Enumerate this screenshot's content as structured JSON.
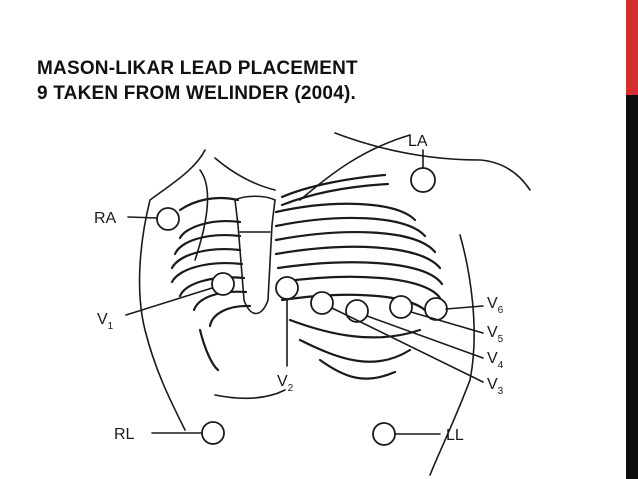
{
  "title": {
    "line1": "MASON-LIKAR LEAD PLACEMENT",
    "line2": "9 TAKEN FROM WELINDER (2004)."
  },
  "colors": {
    "accent": "#d32f2f",
    "sidebar": "#0d0d0d",
    "ink": "#1a1a1a"
  },
  "labels": {
    "ra": "RA",
    "la": "LA",
    "rl": "RL",
    "ll": "LL",
    "v_letter": "V",
    "v1_sub": "1",
    "v2_sub": "2",
    "v3_sub": "3",
    "v4_sub": "4",
    "v5_sub": "5",
    "v6_sub": "6"
  }
}
